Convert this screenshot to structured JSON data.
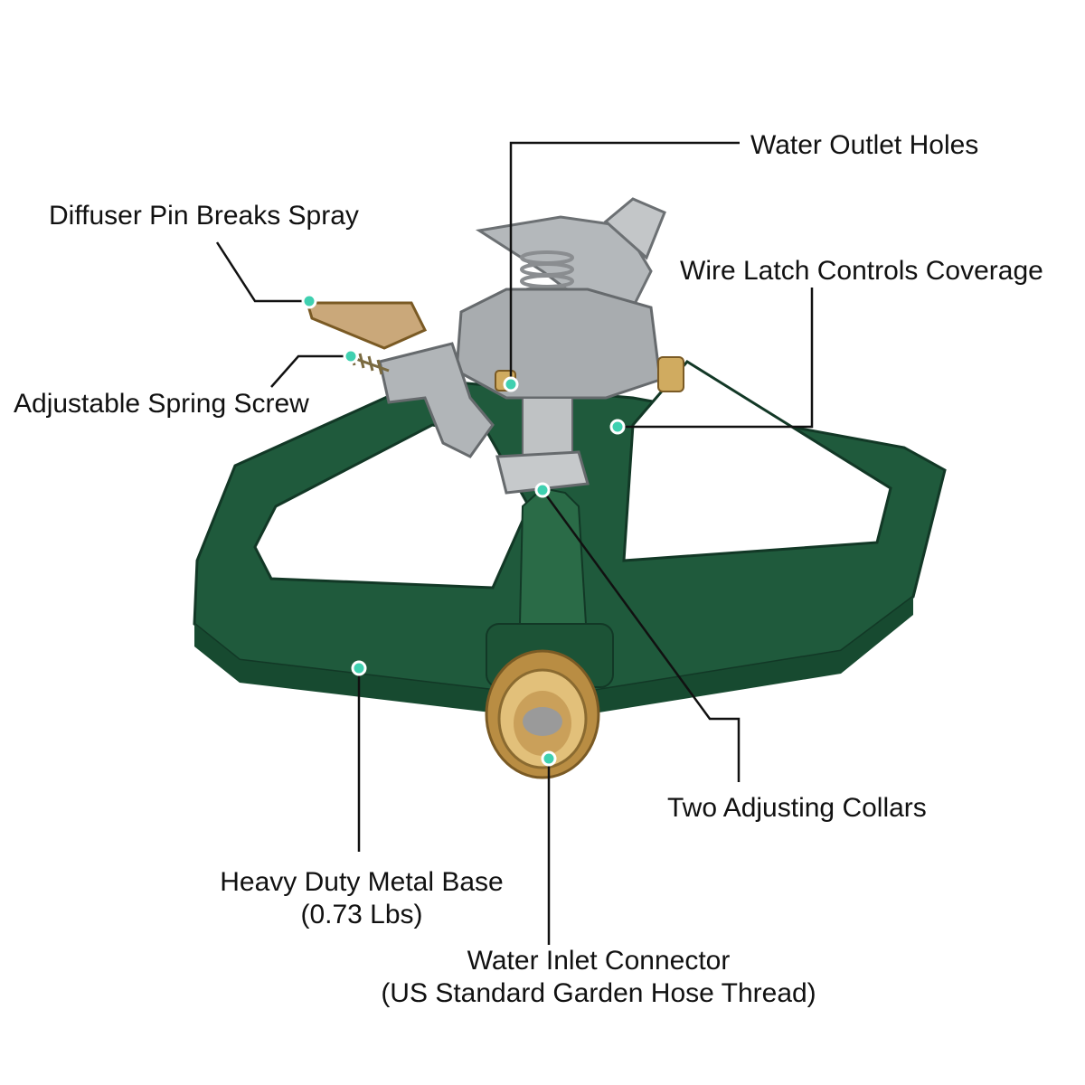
{
  "colors": {
    "base_green": "#1f5a3c",
    "base_green_light": "#2e7a52",
    "brass": "#c9a25a",
    "metal_gray": "#a9adb0",
    "callout_dot": "#3fd0b0",
    "callout_line": "#111111"
  },
  "labels": {
    "water_outlet_holes": "Water Outlet Holes",
    "diffuser_pin": "Diffuser Pin Breaks Spray",
    "wire_latch": "Wire Latch Controls Coverage",
    "spring_screw": "Adjustable Spring Screw",
    "adjusting_collars": "Two Adjusting Collars",
    "metal_base_line1": "Heavy Duty Metal Base",
    "metal_base_line2": "(0.73 Lbs)",
    "inlet_line1": "Water Inlet Connector",
    "inlet_line2": "(US Standard Garden Hose Thread)"
  }
}
